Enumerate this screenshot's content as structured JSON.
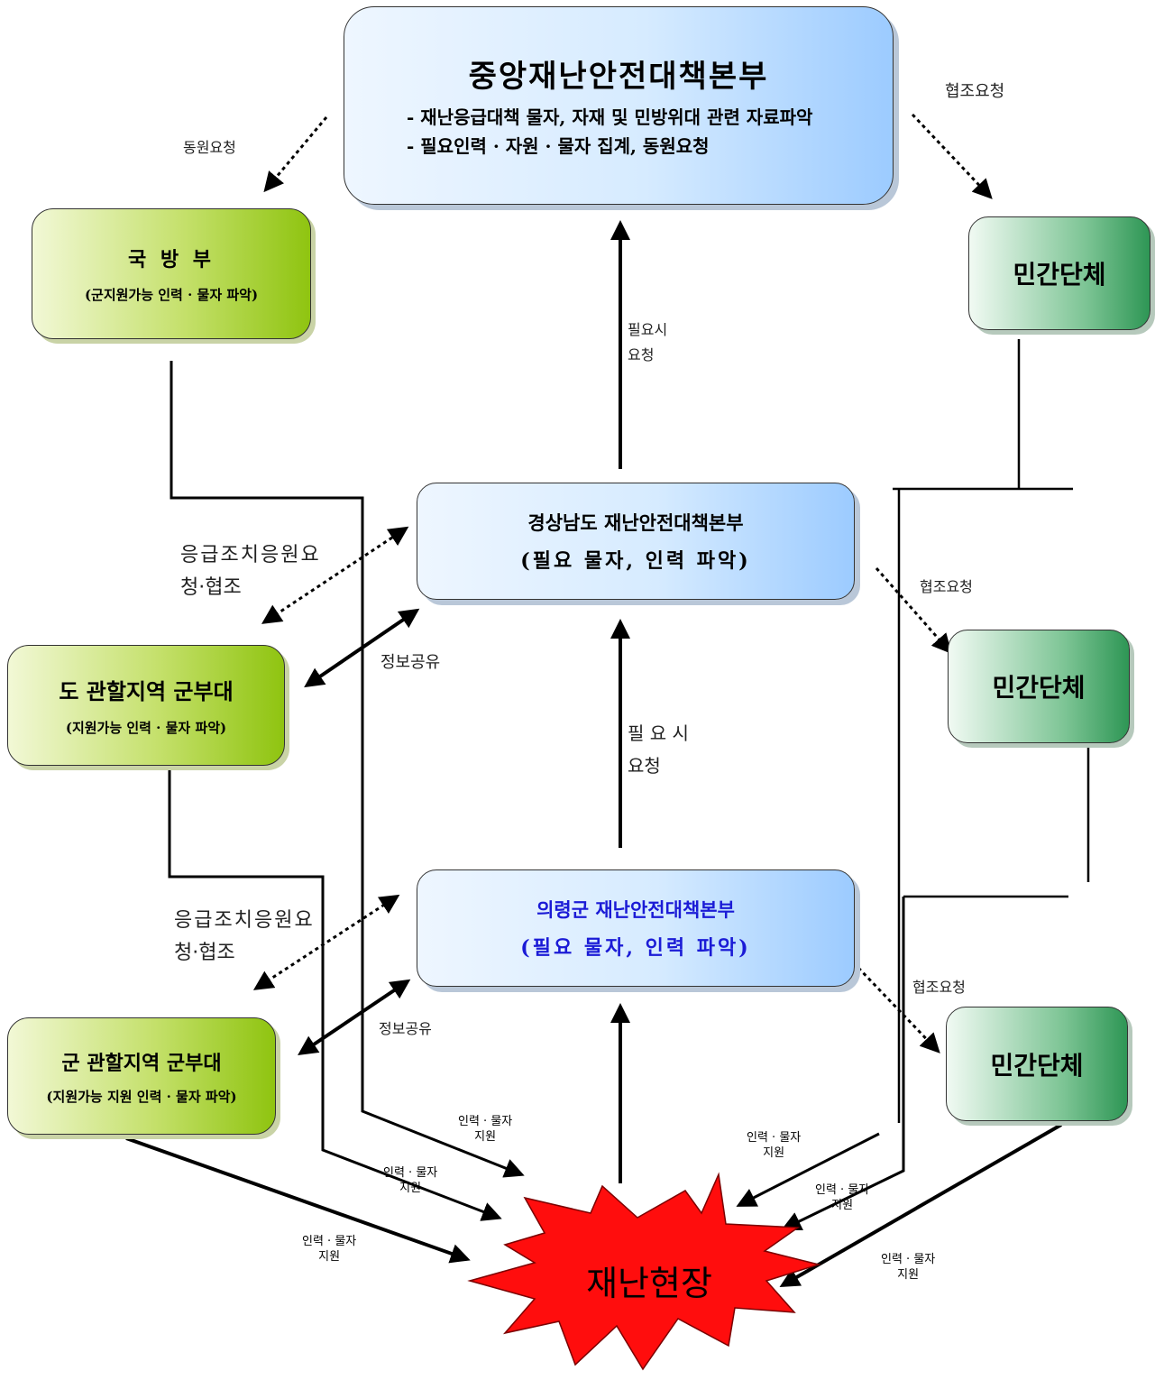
{
  "central": {
    "title": "중앙재난안전대책본부",
    "items": [
      "- 재난응급대책 물자, 자재 및 민방위대 관련 자료파악",
      "- 필요인력 · 자원 · 물자 집계, 동원요청"
    ]
  },
  "defense": {
    "title": "국 방 부",
    "sub": "(군지원가능 인력 · 물자 파악)"
  },
  "province": {
    "title": "경상남도 재난안전대책본부",
    "sub": "(필요 물자, 인력 파악)"
  },
  "county": {
    "title": "의령군 재난안전대책본부",
    "sub": "(필요 물자, 인력 파악)",
    "color": "#1b1bd6"
  },
  "prov_military": {
    "title": "도 관할지역 군부대",
    "sub": "(지원가능 인력 · 물자 파악)"
  },
  "county_military": {
    "title": "군 관할지역 군부대",
    "sub": "(지원가능 지원 인력 · 물자 파악)"
  },
  "civil": {
    "label": "민간단체"
  },
  "site": {
    "label": "재난현장",
    "color": "#ff0d0d"
  },
  "labels": {
    "mobilize": "동원요청",
    "coop": "협조요청",
    "need_req_1": "필요시",
    "need_req_1b": "요청",
    "need_req_2": "필 요 시",
    "need_req_2b": "요청",
    "emergency_1": "응급조치응원요",
    "emergency_1b": "청·협조",
    "emergency_2": "응급조치응원요",
    "emergency_2b": "청·협조",
    "info_share": "정보공유",
    "support_top": "인력 · 물자",
    "support_bottom": "지원"
  }
}
